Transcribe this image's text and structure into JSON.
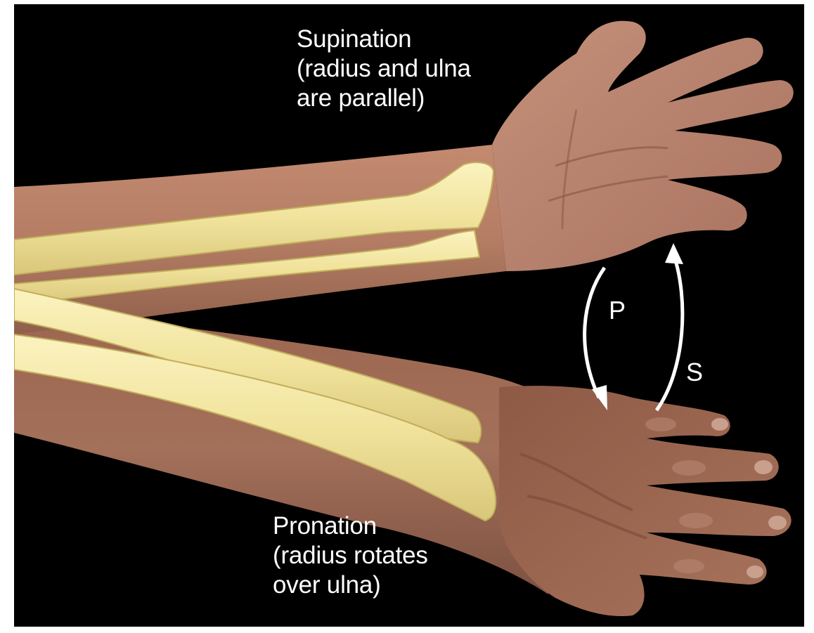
{
  "supination": {
    "line1": "Supination",
    "line2": "(radius and ulna",
    "line3": "are parallel)"
  },
  "pronation": {
    "line1": "Pronation",
    "line2": "(radius rotates",
    "line3": "over ulna)"
  },
  "arrows": {
    "pronation_letter": "P",
    "supination_letter": "S"
  },
  "colors": {
    "background": "#000000",
    "skin": "#b07a63",
    "bone": "#f3e7a4",
    "text": "#ffffff"
  }
}
